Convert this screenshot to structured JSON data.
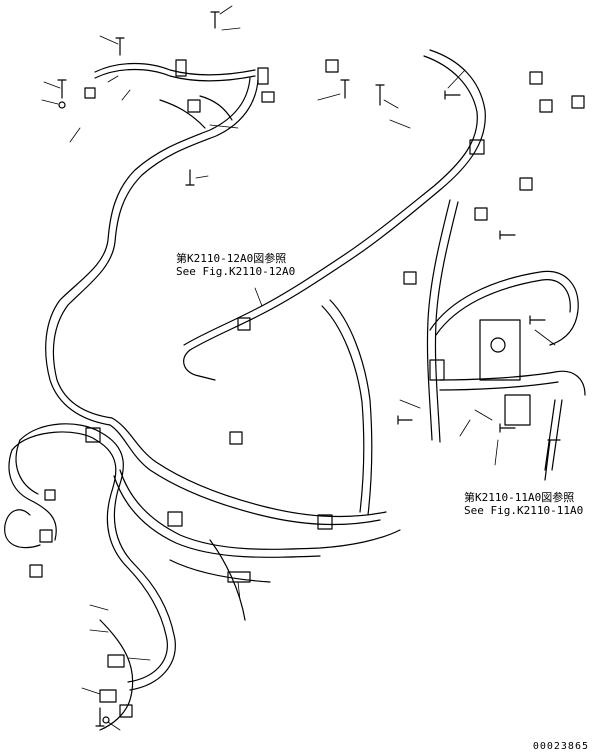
{
  "references": [
    {
      "id": "ref-k2110-12a0",
      "jp": "第K2110-12A0図参照",
      "en": "See Fig.K2110-12A0"
    },
    {
      "id": "ref-k2110-11a0",
      "jp": "第K2110-11A0図参照",
      "en": "See Fig.K2110-11A0"
    }
  ],
  "drawing_number": "00023865",
  "colors": {
    "line": "#000000",
    "background": "#ffffff"
  }
}
